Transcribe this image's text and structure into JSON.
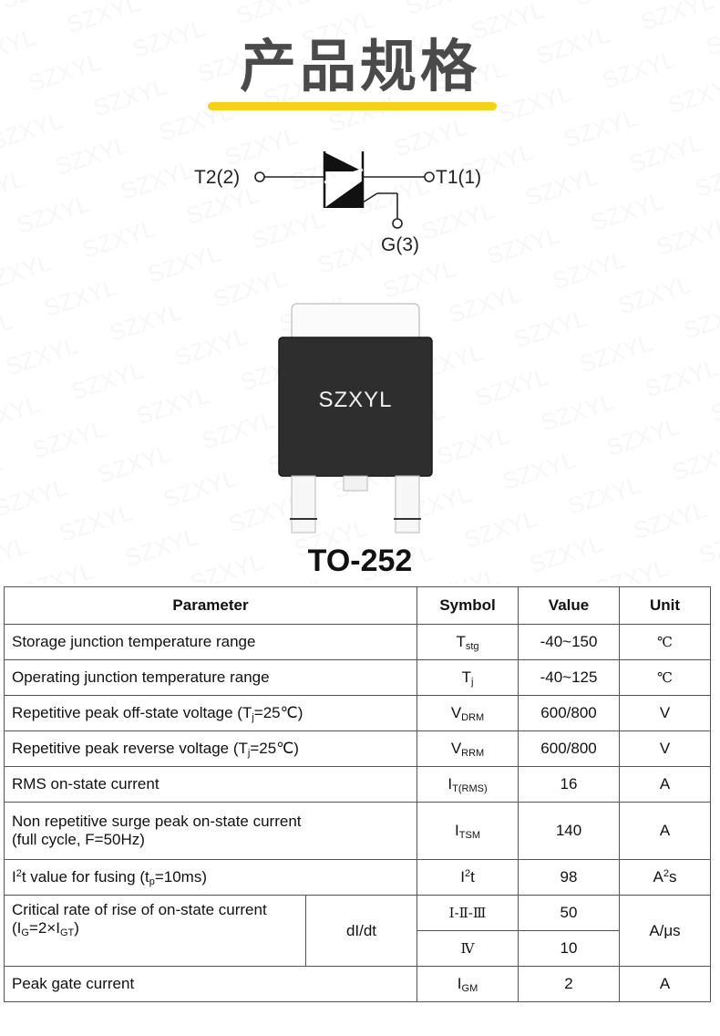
{
  "header": {
    "title": "产品规格"
  },
  "symbol": {
    "t2": "T2(2)",
    "t1": "T1(1)",
    "g": "G(3)"
  },
  "package": {
    "marking": "SZXYL",
    "name": "TO-252"
  },
  "watermark": {
    "text": "SZXYL"
  },
  "colors": {
    "accent": "#f5d11a",
    "title": "#4a4a4a",
    "package_body": "#2e2e2e"
  },
  "table": {
    "headers": {
      "parameter": "Parameter",
      "symbol": "Symbol",
      "value": "Value",
      "unit": "Unit"
    },
    "rows": {
      "tstg": {
        "param": "Storage junction temperature range",
        "sym": "T",
        "sub": "stg",
        "value": "-40~150",
        "unit": "℃"
      },
      "tj": {
        "param": "Operating junction temperature range",
        "sym": "T",
        "sub": "j",
        "value": "-40~125",
        "unit": "℃"
      },
      "vdrm": {
        "param_a": "Repetitive peak off-state voltage (T",
        "param_sub": "j",
        "param_b": "=25℃)",
        "sym": "V",
        "sub": "DRM",
        "value": "600/800",
        "unit": "V"
      },
      "vrrm": {
        "param_a": "Repetitive peak reverse voltage (T",
        "param_sub": "j",
        "param_b": "=25℃)",
        "sym": "V",
        "sub": "RRM",
        "value": "600/800",
        "unit": "V"
      },
      "irms": {
        "param": "RMS on-state current",
        "sym": "I",
        "sub": "T(RMS)",
        "value": "16",
        "unit": "A"
      },
      "itsm": {
        "param_line1": "Non repetitive surge peak on-state current",
        "param_line2": "(full cycle, F=50Hz)",
        "sym": "I",
        "sub": "TSM",
        "value": "140",
        "unit": "A"
      },
      "i2t": {
        "param_a": "I",
        "param_sup": "2",
        "param_b": "t value for fusing (t",
        "param_sub": "p",
        "param_c": "=10ms)",
        "sym": "I",
        "sym_sup": "2",
        "sym_b": "t",
        "value": "98",
        "unit_a": "A",
        "unit_sup": "2",
        "unit_b": "s"
      },
      "didt": {
        "param_line1": "Critical rate of rise of on-state current",
        "param_a": "(I",
        "param_sub1": "G",
        "param_b": "=2×I",
        "param_sub2": "GT",
        "param_c": ")",
        "sym": "dI/dt",
        "quad1": "Ⅰ-Ⅱ-Ⅲ",
        "value1": "50",
        "quad2": "Ⅳ",
        "value2": "10",
        "unit": "A/μs"
      },
      "igm": {
        "param": "Peak gate current",
        "sym": "I",
        "sub": "GM",
        "value": "2",
        "unit": "A"
      }
    }
  }
}
